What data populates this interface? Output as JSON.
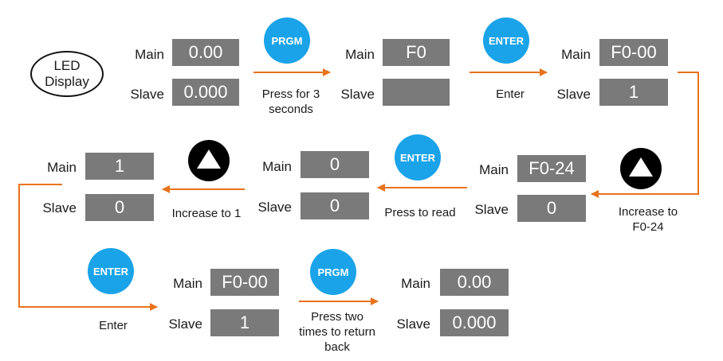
{
  "led": {
    "line1": "LED",
    "line2": "Display"
  },
  "labels": {
    "main": "Main",
    "slave": "Slave"
  },
  "buttons": {
    "prgm": "PRGM",
    "enter": "ENTER"
  },
  "steps": [
    {
      "main": "0.00",
      "slave": "0.000"
    },
    {
      "main": "F0",
      "slave": ""
    },
    {
      "main": "F0-00",
      "slave": "1"
    },
    {
      "main": "F0-24",
      "slave": "0"
    },
    {
      "main": "0",
      "slave": "0"
    },
    {
      "main": "1",
      "slave": "0"
    },
    {
      "main": "F0-00",
      "slave": "1"
    },
    {
      "main": "0.00",
      "slave": "0.000"
    }
  ],
  "captions": {
    "press3": "Press for 3\nseconds",
    "enter1": "Enter",
    "inc24": "Increase to\nF0-24",
    "read": "Press to read",
    "inc1": "Increase to 1",
    "enter2": "Enter",
    "return": "Press two\ntimes to return\nback"
  },
  "colors": {
    "arrow": "#e8731c",
    "display_box": "#7a7a7a",
    "button_blue": "#1aa3e8",
    "button_black": "#000000"
  }
}
